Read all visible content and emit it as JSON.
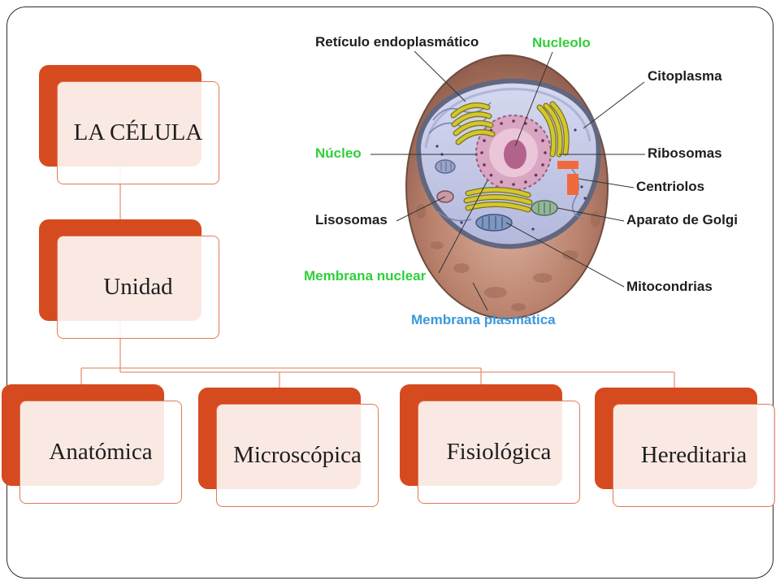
{
  "hierarchy": {
    "root": {
      "label": "LA CÉLULA"
    },
    "level2": {
      "label": "Unidad"
    },
    "children": [
      {
        "label": "Anatómica"
      },
      {
        "label": "Microscópica"
      },
      {
        "label": "Fisiológica"
      },
      {
        "label": "Hereditaria"
      }
    ]
  },
  "cell_diagram": {
    "labels": {
      "reticulo_endoplasmatico": "Retículo endoplasmático",
      "nucleolo": "Nucleolo",
      "citoplasma": "Citoplasma",
      "nucleo": "Núcleo",
      "ribosomas": "Ribosomas",
      "centriolos": "Centriolos",
      "lisosomas": "Lisosomas",
      "aparato_de_golgi": "Aparato de Golgi",
      "membrana_nuclear": "Membrana nuclear",
      "mitocondrias": "Mitocondrias",
      "membrana_plasmatica": "Membrana plasmática"
    }
  },
  "colors": {
    "node_accent": "#d64a1f",
    "node_border": "#e27a55",
    "connector": "#e6937a",
    "label_dark": "#1e1e1e",
    "label_green": "#2fcf3a",
    "label_blue": "#3a9ad9"
  }
}
